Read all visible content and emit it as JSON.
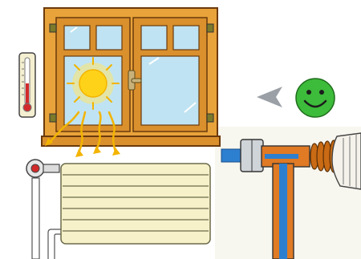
{
  "scene": {
    "elements": {
      "window": "window",
      "sun": "sun",
      "thermometer": "thermometer",
      "radiator": "radiator",
      "thermostat_valve": "thermostatic-valve",
      "smiley": "smiley-face",
      "arrow": "pointer-arrow"
    },
    "colors": {
      "window_frame": "#e8a33a",
      "window_frame_dark": "#b66a1c",
      "glass": "#bfe3f2",
      "sun": "#ffd21a",
      "sun_ray": "#f3b400",
      "smiley": "#3dbb3a",
      "radiator": "#f6f1c9",
      "valve_copper": "#e07a24",
      "valve_blue": "#2d7fd0",
      "arrow_gray": "#9aa0a6"
    }
  }
}
